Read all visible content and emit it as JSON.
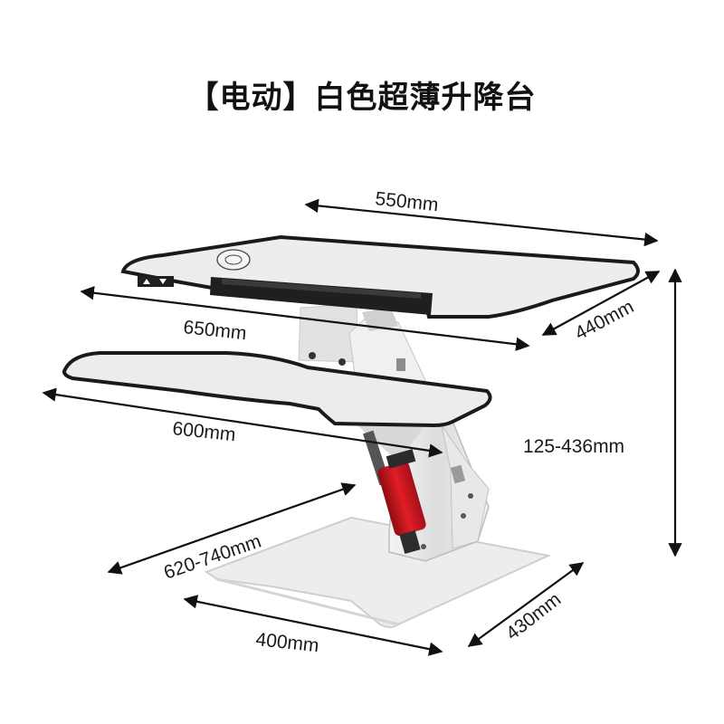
{
  "title": "【电动】白色超薄升降台",
  "dimensions": {
    "top_depth": "550mm",
    "top_width": "650mm",
    "top_side": "440mm",
    "height": "125-436mm",
    "keyboard_width": "600mm",
    "diagonal": "620-740mm",
    "base_width": "400mm",
    "base_depth": "430mm"
  },
  "colors": {
    "surface": "#ececec",
    "edge": "#1a1a1a",
    "accent": "#c8141c"
  }
}
